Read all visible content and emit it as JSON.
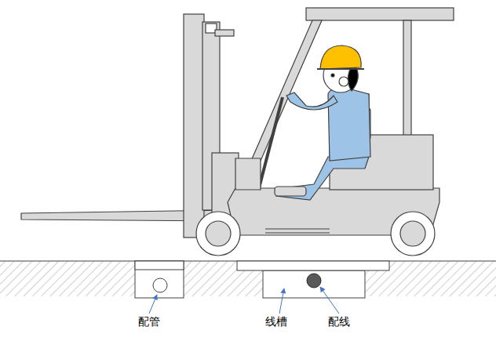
{
  "diagram": {
    "labels": [
      "配管",
      "线槽",
      "配线"
    ]
  }
}
